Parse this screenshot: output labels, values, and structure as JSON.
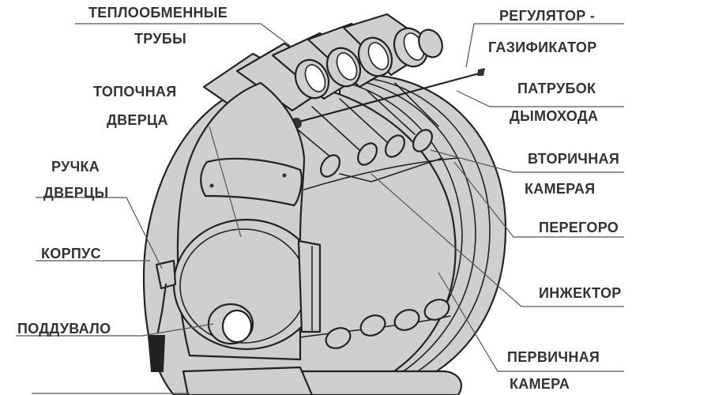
{
  "labels": {
    "heat_exchange_pipes_1": "ТЕПЛООБМЕННЫЕ",
    "heat_exchange_pipes_2": "ТРУБЫ",
    "firebox_door_1": "ТОПОЧНАЯ",
    "firebox_door_2": "ДВЕРЦА",
    "door_handle_1": "РУЧКА",
    "door_handle_2": "ДВЕРЦЫ",
    "body": "КОРПУС",
    "ash_pit": "ПОДДУВАЛО",
    "regulator_1": "РЕГУЛЯТОР -",
    "regulator_2": "ГАЗИФИКАТОР",
    "chimney_pipe_1": "ПАТРУБОК",
    "chimney_pipe_2": "ДЫМОХОДА",
    "secondary_chamber_1": "ВТОРИЧНАЯ",
    "secondary_chamber_2": "КАМЕРАЯ",
    "partition": "ПЕРЕГОРО",
    "injector": "ИНЖЕКТОР",
    "primary_chamber_1": "ПЕРВИЧНАЯ",
    "primary_chamber_2": "КАМЕРА"
  },
  "colors": {
    "metal": "#cfcfcf",
    "outline": "#222222",
    "label_text": "#333333",
    "leader": "#555555"
  }
}
